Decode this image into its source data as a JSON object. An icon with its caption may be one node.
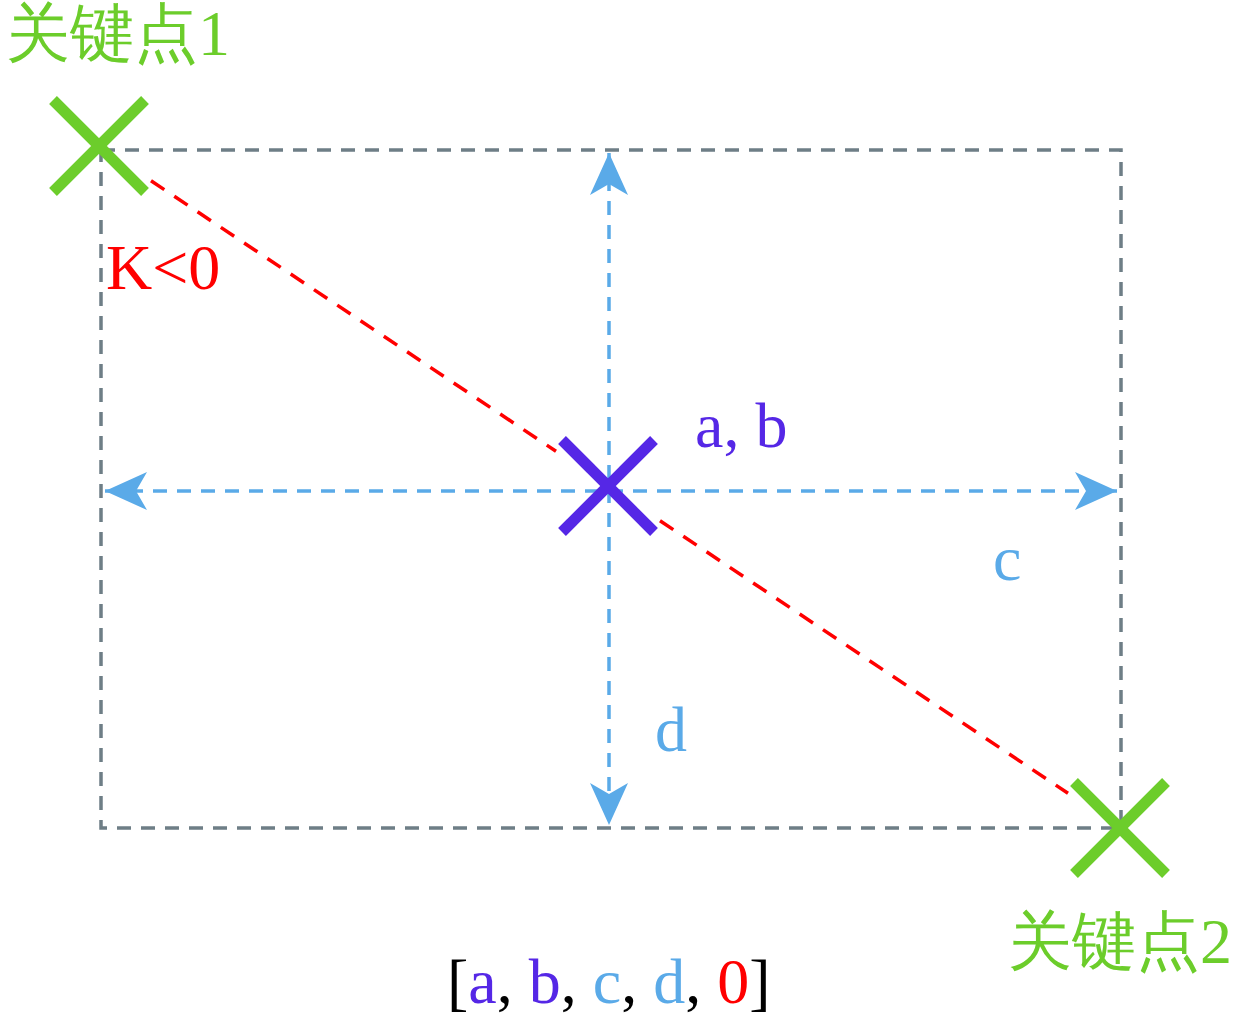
{
  "diagram": {
    "nodes": [
      {
        "text": [],
        "shape": "cross",
        "beside": [
          "关键点1"
        ]
      },
      {
        "text": [],
        "shape": "cross",
        "beside": [
          "a, b"
        ]
      },
      {
        "text": [],
        "shape": "cross",
        "beside": [
          "关键点2"
        ]
      }
    ],
    "edges": [
      {
        "from": 0,
        "to": 1,
        "arrow": "none",
        "label": "K<0",
        "style": "dashed",
        "color": "#ff0000"
      },
      {
        "from": 1,
        "to": 2,
        "arrow": "none",
        "style": "dashed",
        "color": "#ff0000"
      }
    ],
    "labels": [
      "c",
      "d",
      "[a, b, c, d, 0]"
    ]
  }
}
